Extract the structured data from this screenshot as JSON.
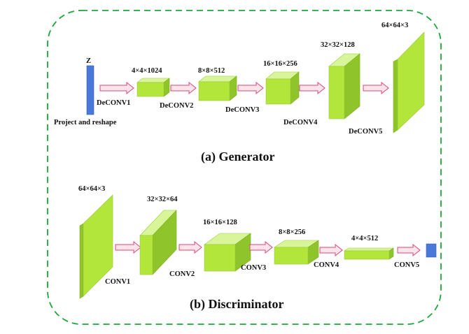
{
  "generator": {
    "title": "(a) Generator",
    "z_label": "Z",
    "project_label": "Project and reshape",
    "blocks": [
      "4×4×1024",
      "8×8×512",
      "16×16×256",
      "32×32×128",
      "64×64×3"
    ],
    "ops": [
      "DeCONV1",
      "DeCONV2",
      "DeCONV3",
      "DeCONV4",
      "DeCONV5"
    ]
  },
  "discriminator": {
    "title": "(b) Discriminator",
    "blocks": [
      "64×64×3",
      "32×32×64",
      "16×16×128",
      "8×8×256",
      "4×4×512"
    ],
    "ops": [
      "CONV1",
      "CONV2",
      "CONV3",
      "CONV4",
      "CONV5"
    ]
  },
  "colors": {
    "frame": "#1fa63a",
    "cube_front": "#b3e63a",
    "cube_top": "#d9f59a",
    "cube_side": "#8fc42a",
    "arrow_fill": "#fde3ea",
    "arrow_stroke": "#d9477a",
    "vector_fill": "#4a78d8"
  }
}
